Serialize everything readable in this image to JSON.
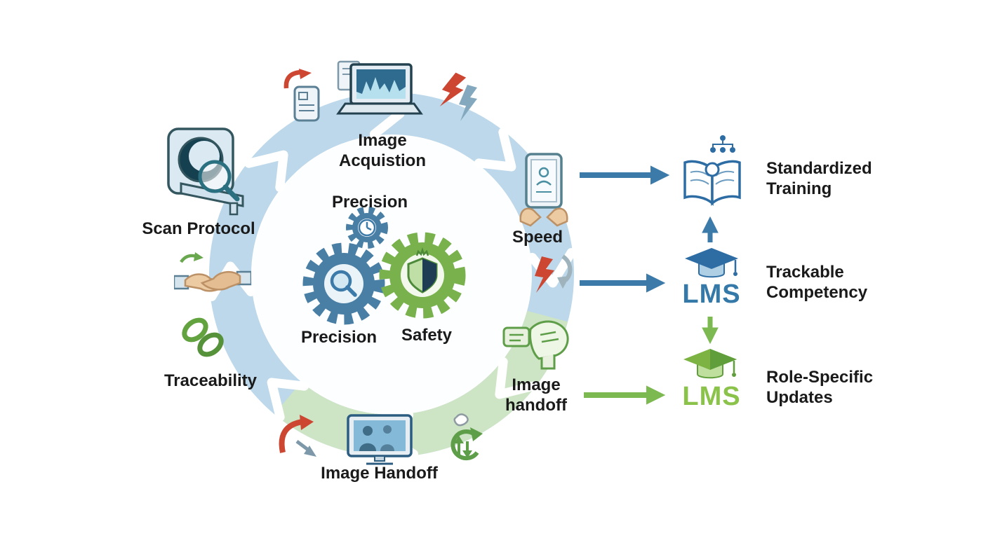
{
  "colors": {
    "blue": "#3579a8",
    "green": "#7cb950",
    "red": "#cc4631",
    "ring_blue": "#bcd8ea",
    "ring_green": "#cde4c5",
    "lms_blue": "#3579a8",
    "lms_green": "#8bc34a",
    "text": "#1a1a1a"
  },
  "cycle": {
    "center": {
      "top_label": "Precision",
      "bottom_left_label": "Precision",
      "bottom_right_label": "Safety"
    },
    "nodes": {
      "top": {
        "label": "Image\nAcquistion",
        "icon": "laptop-waveform-icon"
      },
      "right": {
        "label": "Speed",
        "icon": "tablet-hands-icon"
      },
      "right_bottom": {
        "label": "Image\nhandoff",
        "icon": "hand-scanner-icon"
      },
      "bottom": {
        "label": "Image Handoff",
        "icon": "monitor-patients-icon"
      },
      "left_bottom": {
        "label": "Traceability",
        "icon": "chain-link-icon"
      },
      "left": {
        "label": "Scan Protocol",
        "icon": "ct-scanner-icon"
      }
    }
  },
  "callouts": {
    "training": {
      "label": "Standardized\nTraining",
      "icon": "open-book-icon"
    },
    "competency": {
      "label": "Trackable\nCompetency",
      "badge": "LMS",
      "icon": "graduation-cap-icon"
    },
    "updates": {
      "label": "Role-Specific\nUpdates",
      "badge": "LMS",
      "icon": "graduation-cap-icon"
    }
  }
}
